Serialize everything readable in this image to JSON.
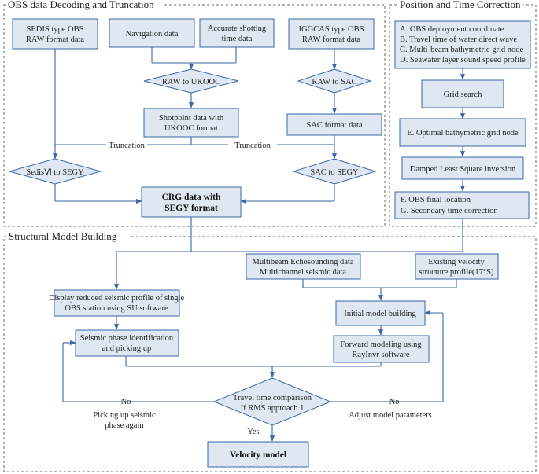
{
  "sections": {
    "decoding": "OBS data Decoding and Truncation",
    "position": "Position and Time Correction",
    "structural": "Structural Model Building"
  },
  "nodes": {
    "sedis_raw": [
      "SEDIS type OBS",
      "RAW format data"
    ],
    "navigation": "Navigation data",
    "shot_time": [
      "Accurate shotting",
      "time data"
    ],
    "iggcas_raw": [
      "IGGCAS type OBS",
      "RAW format data"
    ],
    "raw_ukooc": "RAW to UKOOC",
    "raw_sac": "RAW to SAC",
    "shotpoint": [
      "Shotpoint data with",
      "UKOOC format"
    ],
    "sac_format": "SAC format data",
    "truncation_left": "Truncation",
    "truncation_right": "Truncation",
    "sedis_segy": "SedisⅥ to SEGY",
    "sac_segy": "SAC to SEGY",
    "crg": [
      "CRG data with",
      "SEGY format"
    ],
    "inputs_list": [
      "A. OBS deployment coordinate",
      "B. Travel time of water direct wave",
      "C. Multi-beam bathymetric grid node",
      "D. Seawater layer sound speed profile"
    ],
    "grid_search": "Grid search",
    "optimal_node": "E. Optimal bathymetric grid node",
    "damped": "Damped Least Square inversion",
    "final_list": [
      "F. OBS final location",
      "G. Secondary time correction"
    ],
    "multibeam": [
      "Multibeam Echosounding data",
      "Multichannel seismic data"
    ],
    "existing_vel": [
      "Existing velocity",
      "structure profile(17°S)"
    ],
    "display": [
      "Display reduced seismic profile of single",
      "OBS station using SU software"
    ],
    "initial_model": "Initial model building",
    "phase_id": [
      "Seismic phase identification",
      "and picking up"
    ],
    "forward": [
      "Forward modeling using",
      "RayInvr software"
    ],
    "travel_cmp": [
      "Travel time comparison",
      "If RMS approach 1"
    ],
    "no_left": "No",
    "no_right": "No",
    "yes": "Yes",
    "picking_again": [
      "Picking up seismic",
      "phase again"
    ],
    "adjust": "Adjust model parameters",
    "velocity_model": "Velocity model"
  }
}
